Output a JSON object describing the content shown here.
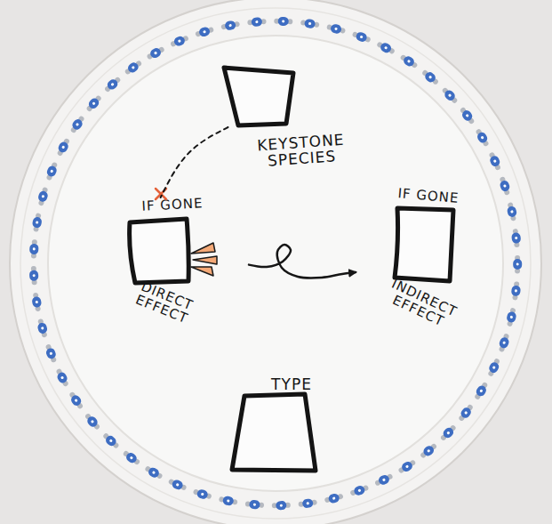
{
  "diagram": {
    "nodes": [
      {
        "text": [
          "KEYSTONE SPECIES"
        ]
      },
      {
        "text": [
          "IF GONE",
          "DIRECT EFFECT"
        ]
      },
      {
        "text": [
          "IF GONE",
          "INDIRECT EFFECT"
        ]
      },
      {
        "text": [
          "TYPE"
        ]
      }
    ],
    "edges": [
      {
        "from": 0,
        "to": 1,
        "arrow": "none"
      },
      {
        "from": 1,
        "to": 2,
        "arrow": "to"
      }
    ]
  }
}
